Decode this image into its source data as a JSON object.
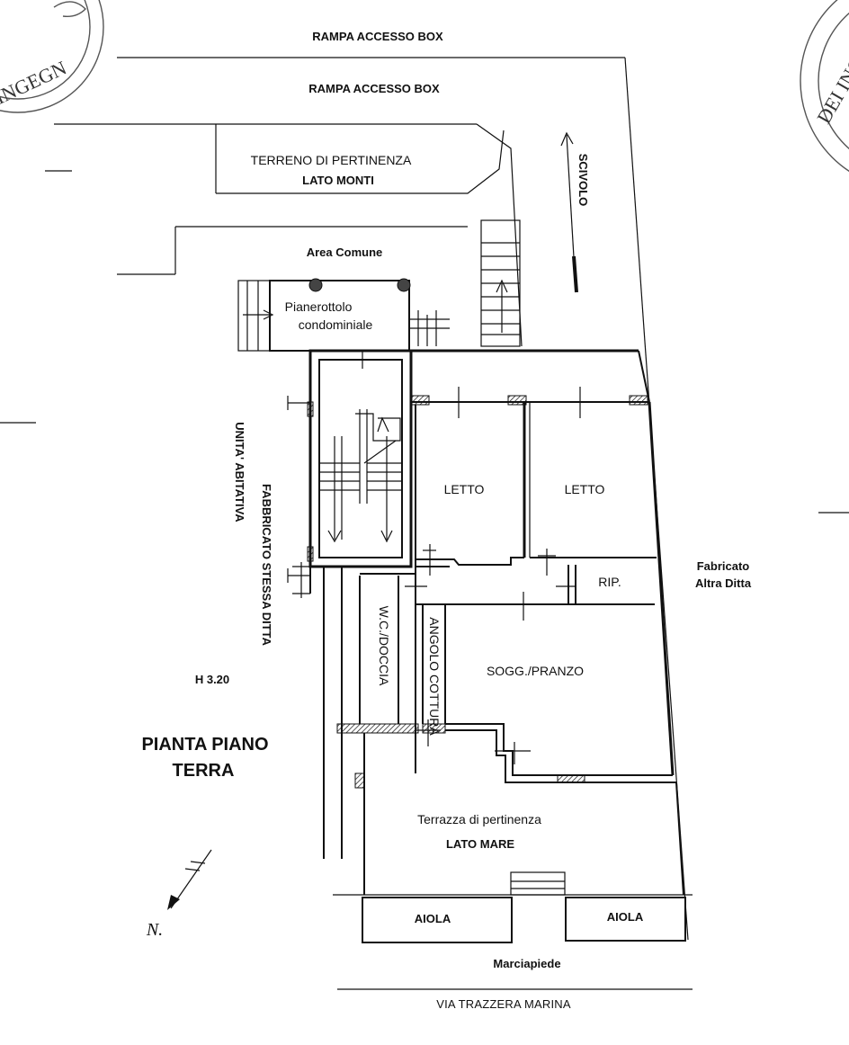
{
  "labels": {
    "rampa_top": "RAMPA ACCESSO BOX",
    "rampa_inner": "RAMPA ACCESSO BOX",
    "terreno_line1": "TERRENO DI PERTINENZA",
    "terreno_line2": "LATO MONTI",
    "scivolo": "SCIVOLO",
    "area_comune": "Area Comune",
    "pianerottolo_line1": "Pianerottolo",
    "pianerottolo_line2": "condominiale",
    "letto_1": "LETTO",
    "letto_2": "LETTO",
    "rip": "RIP.",
    "fabbricato_altra_line1": "Fabricato",
    "fabbricato_altra_line2": "Altra Ditta",
    "unita_abitativa": "UNITA' ABITATIVA",
    "fabbricato_stessa": "FABBRICATO STESSA DITTA",
    "wc_doccia": "W.C./DOCCIA",
    "angolo_cottura": "ANGOLO COTTURA",
    "sogg_pranzo": "SOGG./PRANZO",
    "height": "H 3.20",
    "title_line1": "PIANTA PIANO",
    "title_line2": "TERRA",
    "terrazza_line1": "Terrazza di pertinenza",
    "terrazza_line2": "LATO MARE",
    "aiola_1": "AIOLA",
    "aiola_2": "AIOLA",
    "marciapiede": "Marciapiede",
    "via": "VIA TRAZZERA MARINA",
    "north": "N."
  },
  "stamps": {
    "left_fragment": "INGEGN",
    "right_fragment": "DEI INGEG"
  },
  "colors": {
    "ink": "#111111",
    "paper": "#ffffff",
    "stamp": "#555555"
  }
}
